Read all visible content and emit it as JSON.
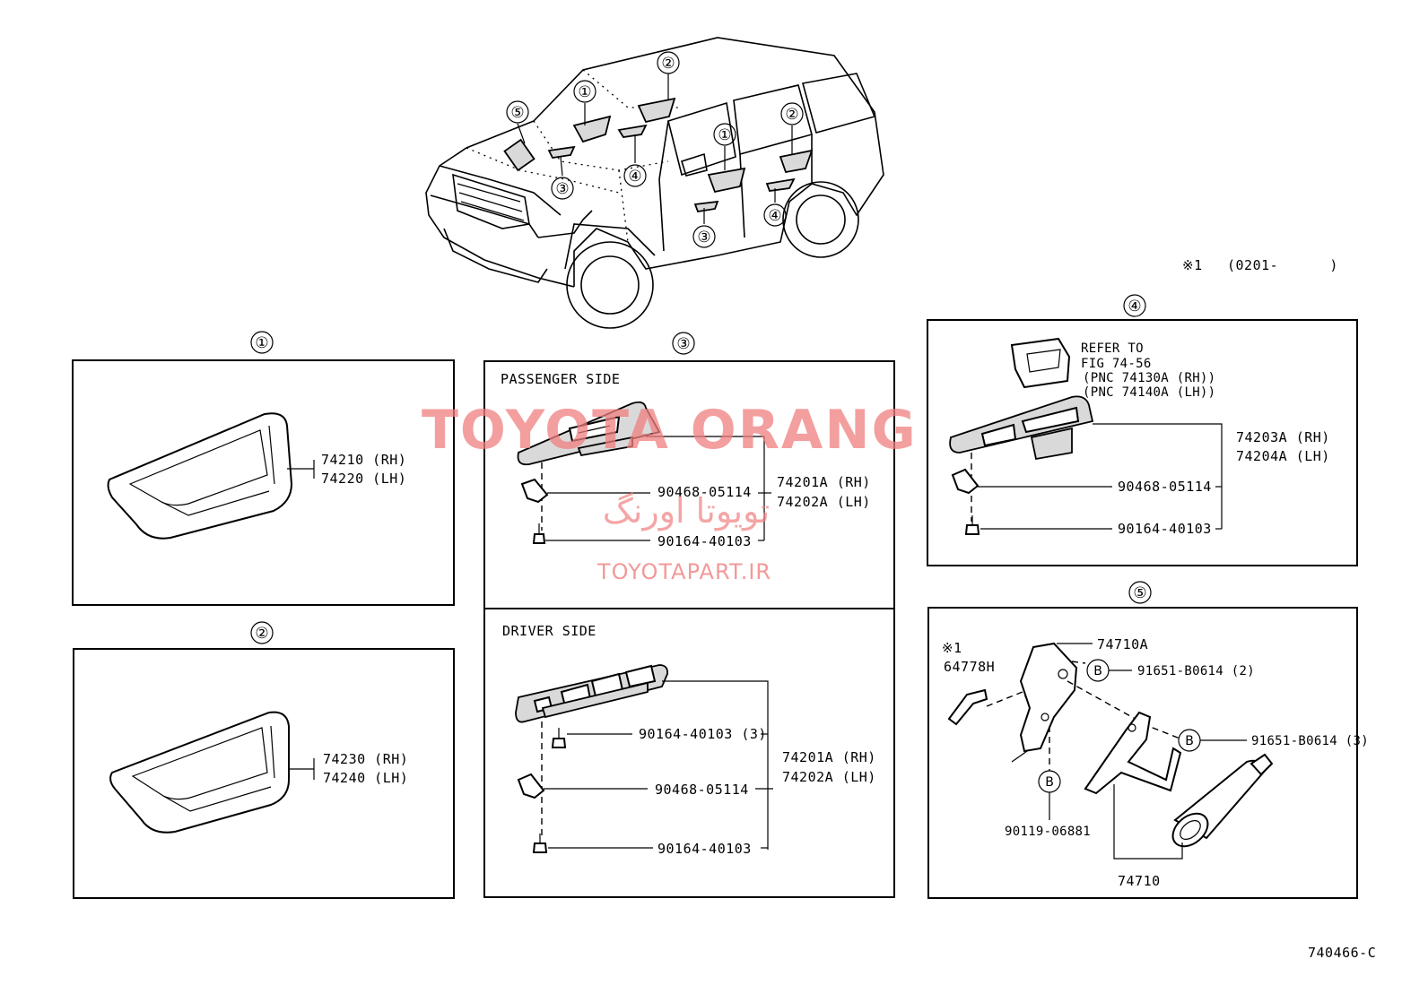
{
  "watermark": {
    "brand": "TOYOTA ORANG",
    "persian": "تویوتا اورنگ",
    "site": "TOYOTAPART.IR"
  },
  "note": {
    "mark": "※1",
    "range": "(0201-      )"
  },
  "overview": {
    "callouts": [
      "①",
      "②",
      "⑤",
      "①",
      "②",
      "④",
      "③",
      "④",
      "③"
    ]
  },
  "panel1": {
    "num": "①",
    "labels": [
      "74210 (RH)",
      "74220 (LH)"
    ]
  },
  "panel2": {
    "num": "②",
    "labels": [
      "74230 (RH)",
      "74240 (LH)"
    ]
  },
  "panel3": {
    "num": "③",
    "passenger": {
      "title": "PASSENGER SIDE",
      "clip": "90468-05114",
      "screw": "90164-40103",
      "assy": [
        "74201A (RH)",
        "74202A (LH)"
      ]
    },
    "driver": {
      "title": "DRIVER SIDE",
      "screw3": "90164-40103 (3)",
      "clip": "90468-05114",
      "screw": "90164-40103",
      "assy": [
        "74201A (RH)",
        "74202A (LH)"
      ]
    }
  },
  "panel4": {
    "num": "④",
    "refer": [
      "REFER TO",
      "FIG 74-56",
      "(PNC 74130A (RH))",
      "(PNC 74140A (LH))"
    ],
    "assy": [
      "74203A (RH)",
      "74204A (LH)"
    ],
    "clip": "90468-05114",
    "screw": "90164-40103"
  },
  "panel5": {
    "num": "⑤",
    "note_mark": "※1",
    "part_64778h": "64778H",
    "part_74710a": "74710A",
    "bolt_2": "91651-B0614 (2)",
    "bolt_3": "91651-B0614 (3)",
    "bolt_letter": "B",
    "part_90119": "90119-06881",
    "part_74710": "74710"
  },
  "footer": {
    "code": "740466-C"
  }
}
